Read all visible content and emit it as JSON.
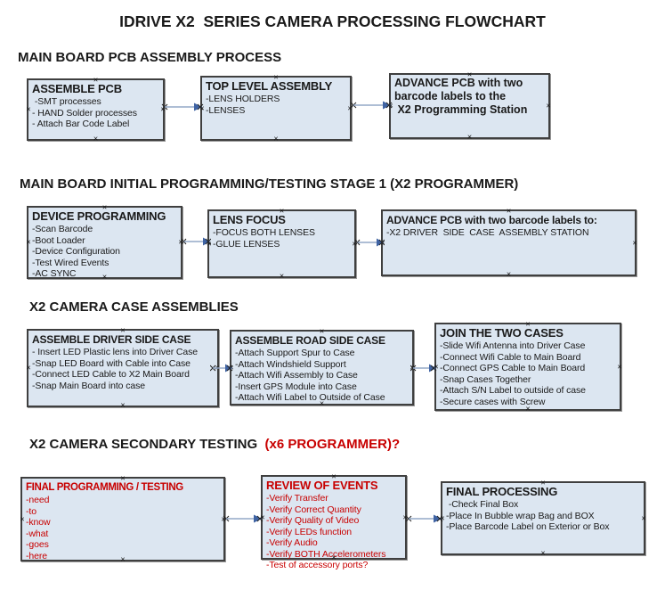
{
  "title": "IDRIVE X2  SERIES CAMERA PROCESSING FLOWCHART",
  "glyphs": {
    "handle": "×"
  },
  "colors": {
    "box_fill": "#dce6f1",
    "box_border": "#3f3f3f",
    "red_text": "#c80000",
    "arrow_line": "#94a9c7",
    "arrow_head": "#3f63a3"
  },
  "sections": [
    {
      "heading": "MAIN BOARD PCB ASSEMBLY PROCESS",
      "boxes": [
        {
          "title": "ASSEMBLE PCB",
          "items": [
            " -SMT processes",
            "- HAND Solder processes",
            "- Attach Bar Code Label"
          ]
        },
        {
          "title": "TOP LEVEL ASSEMBLY",
          "items": [
            "-LENS HOLDERS",
            "-LENSES"
          ]
        },
        {
          "lines": [
            "ADVANCE PCB with two",
            "barcode labels to the",
            " X2 Programming Station"
          ]
        }
      ]
    },
    {
      "heading": "MAIN BOARD INITIAL PROGRAMMING/TESTING STAGE 1 (X2 PROGRAMMER)",
      "boxes": [
        {
          "title": "DEVICE PROGRAMMING",
          "items": [
            "-Scan Barcode",
            "-Boot Loader",
            "-Device Configuration",
            "-Test Wired Events",
            "-AC SYNC"
          ]
        },
        {
          "title": "LENS FOCUS",
          "items": [
            "-FOCUS BOTH LENSES",
            "-GLUE LENSES"
          ]
        },
        {
          "title": "ADVANCE PCB with two barcode labels to:",
          "items": [
            "-X2 DRIVER  SIDE  CASE  ASSEMBLY STATION"
          ]
        }
      ]
    },
    {
      "heading": "X2 CAMERA CASE ASSEMBLIES",
      "boxes": [
        {
          "title": "ASSEMBLE DRIVER SIDE CASE",
          "items": [
            "- Insert LED Plastic lens into Driver Case",
            "-Snap LED Board with Cable into Case",
            "-Connect LED Cable to X2 Main Board",
            "-Snap Main Board into case"
          ]
        },
        {
          "title": "ASSEMBLE ROAD SIDE CASE",
          "items": [
            "-Attach Support Spur to Case",
            "-Attach Windshield Support",
            "-Attach Wifi Assembly to Case",
            "-Insert GPS Module into Case",
            "-Attach Wifi Label to Outside of Case"
          ]
        },
        {
          "title": "JOIN THE TWO CASES",
          "items": [
            "-Slide Wifi Antenna into Driver Case",
            "-Connect Wifi Cable to Main Board",
            "-Connect GPS Cable to Main Board",
            "-Snap Cases Together",
            "-Attach S/N Label to outside of case",
            "-Secure cases with Screw"
          ]
        }
      ]
    },
    {
      "heading": "X2 CAMERA SECONDARY TESTING ",
      "heading_red": " (x6 PROGRAMMER)?",
      "boxes": [
        {
          "title": "FINAL PROGRAMMING / TESTING",
          "items": [
            "-need",
            "-to",
            "-know",
            "-what",
            "-goes",
            "-here"
          ]
        },
        {
          "title": "REVIEW OF EVENTS",
          "items": [
            "-Verify Transfer",
            "-Verify Correct Quantity",
            "-Verify Quality of Video",
            "-Verify LEDs function",
            "-Verify Audio",
            "-Verify BOTH Accelerometers",
            "-Test of accessory ports?"
          ]
        },
        {
          "title": "FINAL PROCESSING",
          "items": [
            " -Check Final Box",
            "-Place In Bubble wrap Bag and BOX",
            "-Place Barcode Label on Exterior or Box"
          ]
        }
      ]
    }
  ]
}
